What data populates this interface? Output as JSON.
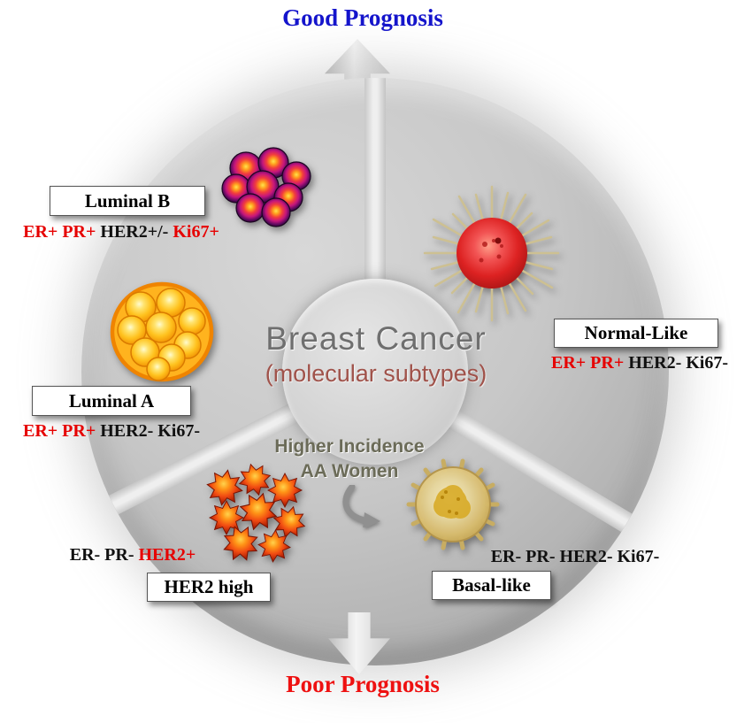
{
  "prognosis": {
    "good": "Good Prognosis",
    "poor": "Poor Prognosis"
  },
  "center": {
    "title": "Breast Cancer",
    "subtitle": "(molecular subtypes)"
  },
  "incidence_note": {
    "line1": "Higher Incidence",
    "line2": "AA Women"
  },
  "subtypes": {
    "luminal_b": {
      "label": "Luminal B",
      "markers": [
        {
          "text": "ER+ PR+",
          "emphasis": true
        },
        {
          "text": " HER2+/- ",
          "emphasis": false
        },
        {
          "text": "Ki67+",
          "emphasis": true
        }
      ]
    },
    "luminal_a": {
      "label": "Luminal A",
      "markers": [
        {
          "text": "ER+ PR+",
          "emphasis": true
        },
        {
          "text": " HER2- Ki67-",
          "emphasis": false
        }
      ]
    },
    "normal_like": {
      "label": "Normal-Like",
      "markers": [
        {
          "text": "ER+ PR+",
          "emphasis": true
        },
        {
          "text": " HER2- Ki67-",
          "emphasis": false
        }
      ]
    },
    "her2_high": {
      "label": "HER2 high",
      "markers": [
        {
          "text": "ER- PR- ",
          "emphasis": false
        },
        {
          "text": "HER2+",
          "emphasis": true
        }
      ]
    },
    "basal_like": {
      "label": "Basal-like",
      "markers": [
        {
          "text": "ER- PR- HER2- Ki67-",
          "emphasis": false
        }
      ]
    }
  },
  "illustrations": {
    "luminal_b": "cluster-of-dark-purple-tumor-cells",
    "luminal_a": "cluster-of-yellow-orange-tumor-cells",
    "normal_like": "red-fuzzy-cell-with-tan-spikes",
    "her2_high": "cluster-of-orange-spiky-cells",
    "basal_like": "gold-round-cell-with-knobs",
    "up_arrow": "up-arrow-to-good-prognosis",
    "down_arrow": "down-arrow-to-poor-prognosis",
    "curved_arrow": "curved-arrow"
  },
  "colors": {
    "good_prognosis": "#1414cc",
    "poor_prognosis": "#ee1111",
    "marker_emphasis": "#e60000",
    "marker_default": "#111111",
    "center_title": "#6f6f6f",
    "center_subtitle": "#a0524a",
    "incidence_note": "#6b6b58"
  }
}
